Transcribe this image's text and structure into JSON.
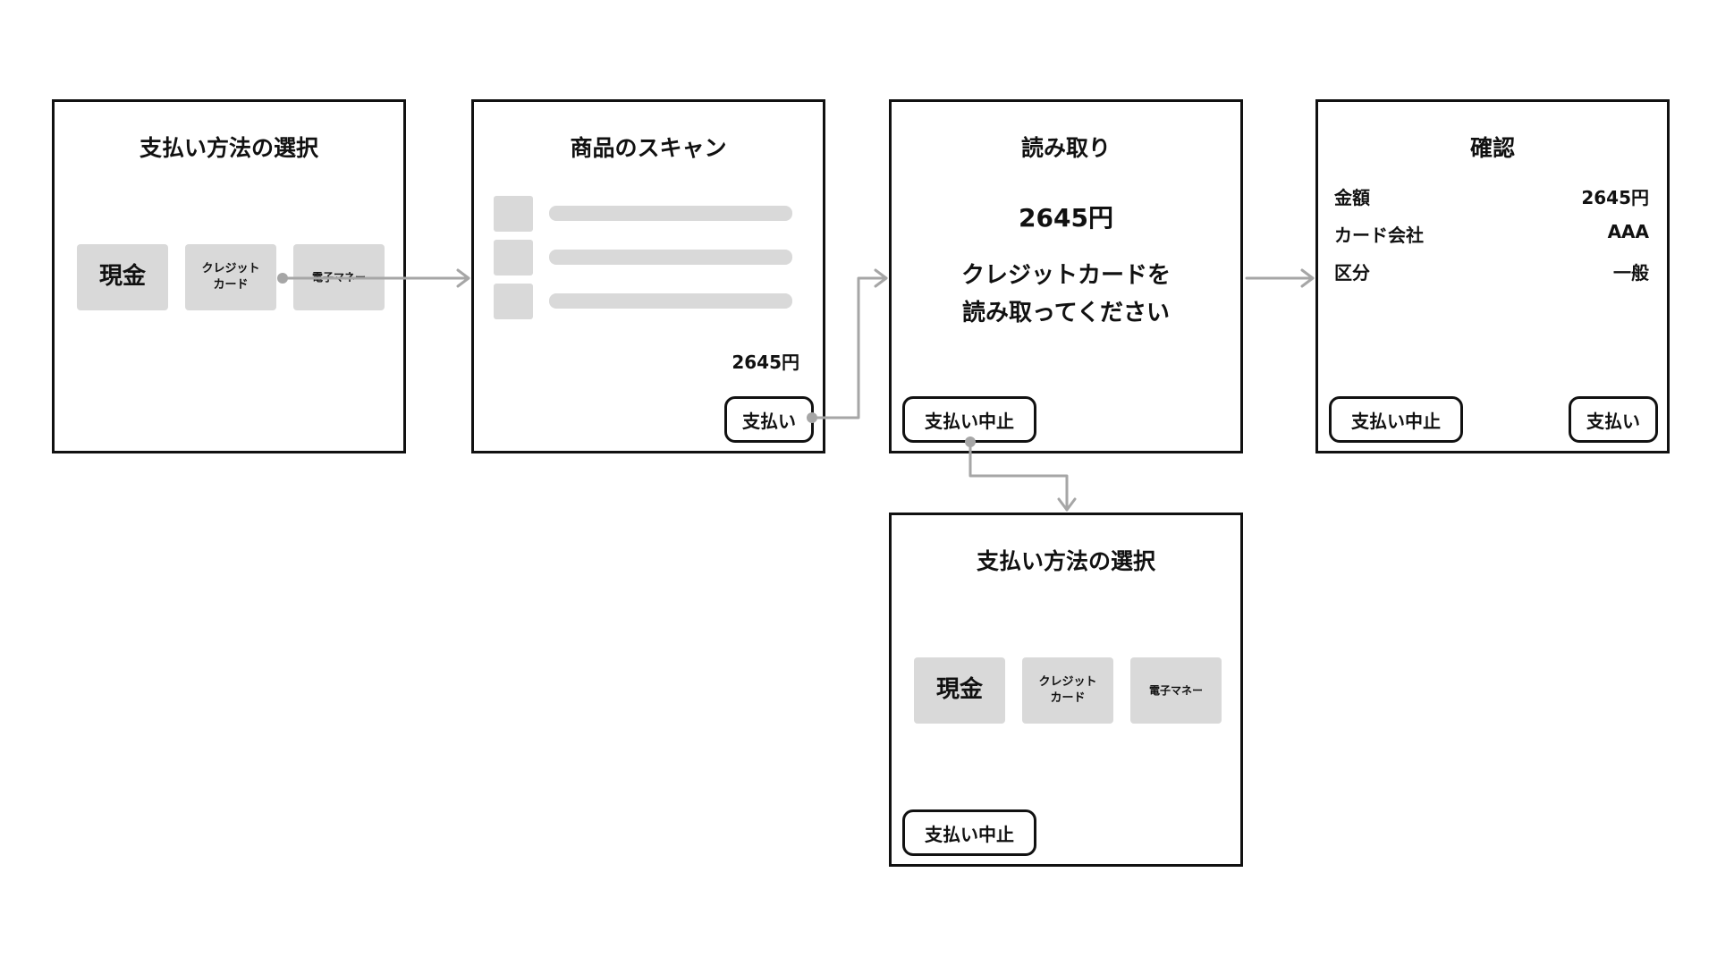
{
  "colors": {
    "border": "#111111",
    "tile": "#d9d9d9",
    "connector": "#a6a6a6"
  },
  "screens": {
    "select1": {
      "title": "支払い方法の選択",
      "methods": {
        "cash": "現金",
        "credit": "クレジット\nカード",
        "emoney": "電子マネー"
      }
    },
    "scan": {
      "title": "商品のスキャン",
      "items_count": 3,
      "total": "2645円",
      "pay_label": "支払い"
    },
    "read": {
      "title": "読み取り",
      "amount": "2645円",
      "message": "クレジットカードを\n読み取ってください",
      "cancel_label": "支払い中止"
    },
    "confirm": {
      "title": "確認",
      "rows": [
        {
          "label": "金額",
          "value": "2645円"
        },
        {
          "label": "カード会社",
          "value": "AAA"
        },
        {
          "label": "区分",
          "value": "一般"
        }
      ],
      "cancel_label": "支払い中止",
      "pay_label": "支払い"
    },
    "select2": {
      "title": "支払い方法の選択",
      "methods": {
        "cash": "現金",
        "credit": "クレジット\nカード",
        "emoney": "電子マネー"
      },
      "cancel_label": "支払い中止"
    }
  },
  "connectors": [
    {
      "from": "select1.credit-tile",
      "to": "scan"
    },
    {
      "from": "scan.pay-button",
      "to": "read"
    },
    {
      "from": "read",
      "to": "confirm"
    },
    {
      "from": "read.cancel-button",
      "to": "select2"
    }
  ]
}
